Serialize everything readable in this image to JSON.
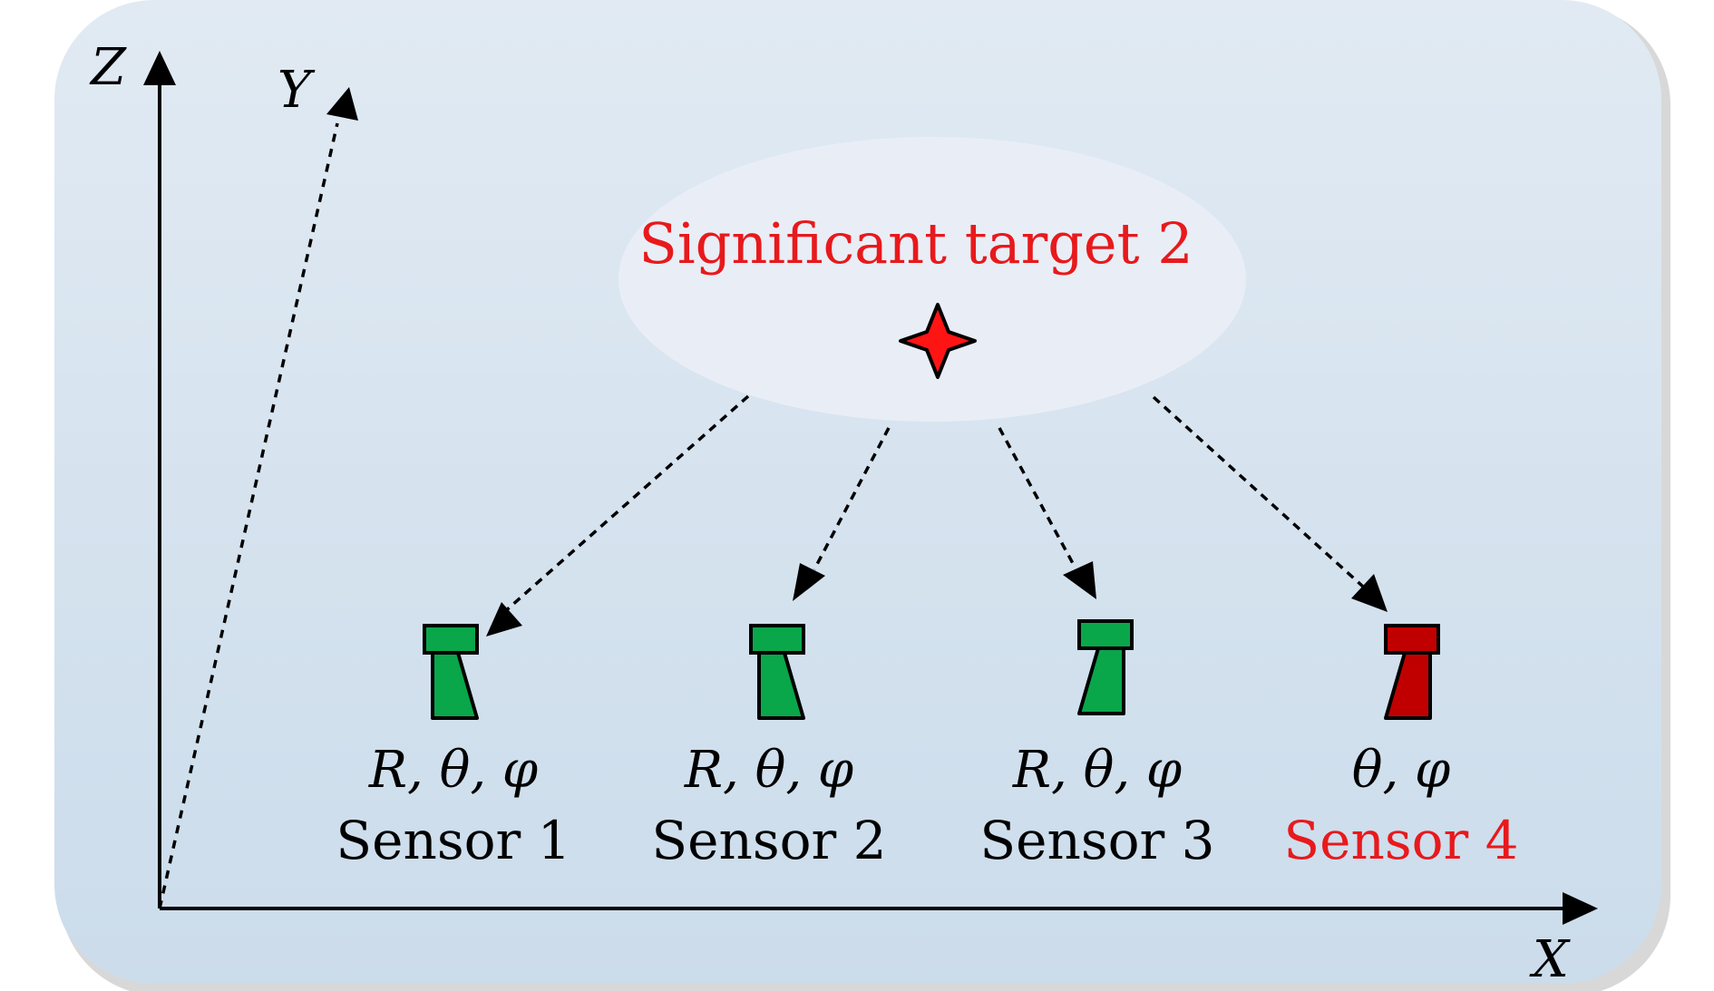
{
  "axes": {
    "x_label": "X",
    "y_label": "Y",
    "z_label": "Z"
  },
  "target": {
    "label": "Significant target 2",
    "color": "#e8191c"
  },
  "sensors": [
    {
      "name": "Sensor 1",
      "measurements": "R, θ, φ",
      "status": "normal",
      "color": "#0aa64a"
    },
    {
      "name": "Sensor 2",
      "measurements": "R, θ, φ",
      "status": "normal",
      "color": "#0aa64a"
    },
    {
      "name": "Sensor 3",
      "measurements": "R, θ, φ",
      "status": "normal",
      "color": "#0aa64a"
    },
    {
      "name": "Sensor 4",
      "measurements": "θ, φ",
      "status": "faulty",
      "color": "#c00000"
    }
  ],
  "colors": {
    "panel_top": "#e1eaf3",
    "panel_bottom": "#cbdceb",
    "target_zone": "#e9eef6",
    "highlight_text": "#e8191c",
    "normal_sensor": "#0aa64a",
    "faulty_sensor": "#c00000"
  }
}
